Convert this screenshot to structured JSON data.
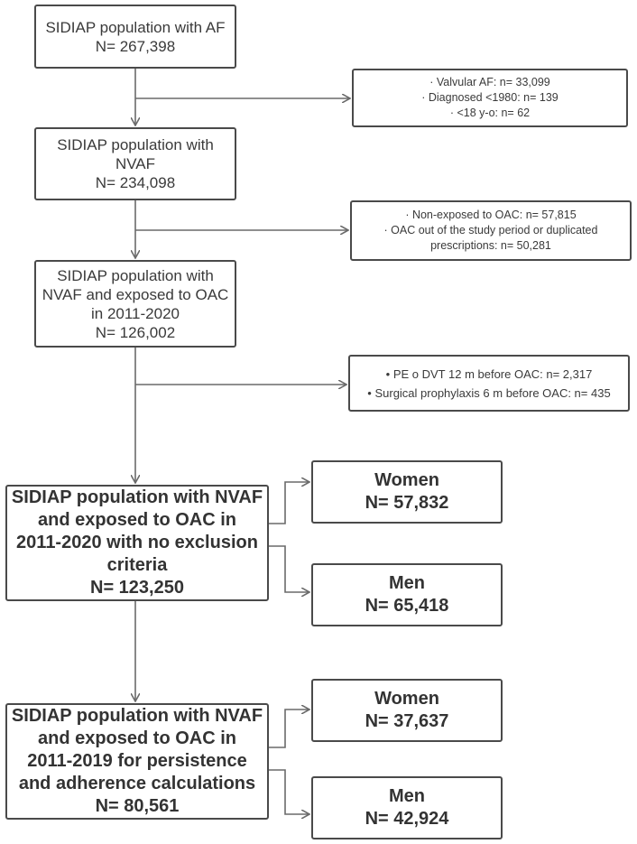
{
  "boxes": {
    "b1": [
      "SIDIAP population with AF",
      "N= 267,398"
    ],
    "e1": [
      "· Valvular AF: n= 33,099",
      "· Diagnosed <1980: n= 139",
      "· <18 y-o: n= 62"
    ],
    "b2": [
      "SIDIAP population with",
      "NVAF",
      "N= 234,098"
    ],
    "e2": [
      "· Non-exposed to OAC: n= 57,815",
      "· OAC out of the study period or duplicated",
      "prescriptions: n= 50,281"
    ],
    "b3": [
      "SIDIAP population with",
      "NVAF and exposed to OAC",
      "in 2011-2020",
      "N= 126,002"
    ],
    "e3": [
      "• PE o DVT 12 m before OAC: n= 2,317",
      "• Surgical prophylaxis 6 m before OAC: n= 435"
    ],
    "b4": [
      "SIDIAP population with NVAF",
      "and exposed to OAC in",
      "2011-2020 with no exclusion",
      "criteria",
      "N= 123,250"
    ],
    "w1": [
      "Women",
      "N= 57,832"
    ],
    "m1": [
      "Men",
      "N= 65,418"
    ],
    "b5": [
      "SIDIAP population with NVAF",
      "and exposed to OAC in",
      "2011-2019 for persistence",
      "and adherence calculations",
      "N= 80,561"
    ],
    "w2": [
      "Women",
      "N= 37,637"
    ],
    "m2": [
      "Men",
      "N= 42,924"
    ]
  }
}
